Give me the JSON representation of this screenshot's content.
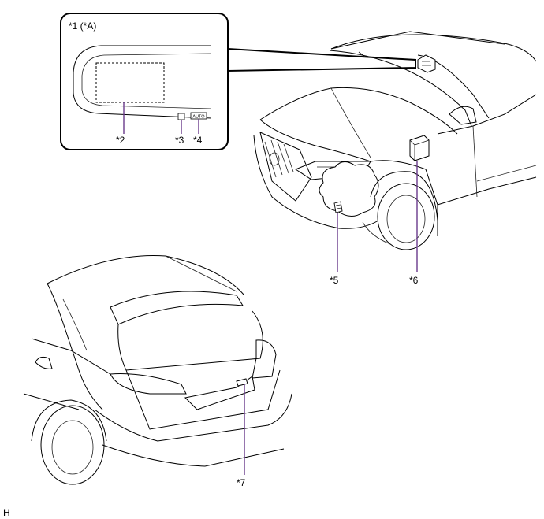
{
  "callouts": {
    "c1": "*1 (*A)",
    "c2": "*2",
    "c3": "*3",
    "c4": "*4",
    "c5": "*5",
    "c6": "*6",
    "c7": "*7"
  },
  "inset": {
    "auto_badge": "AUTO"
  },
  "corner_mark": "H",
  "colors": {
    "leader": "#6a3a8c",
    "outline": "#000000"
  }
}
